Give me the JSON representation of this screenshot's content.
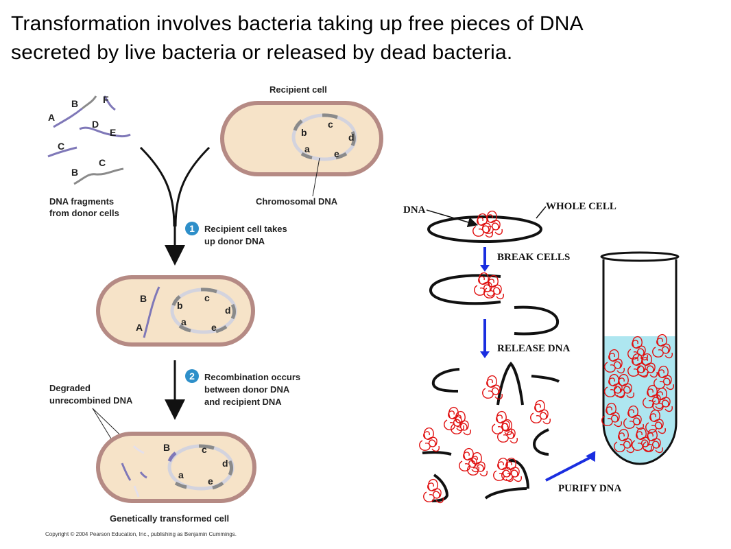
{
  "title": {
    "line1": "Transformation involves bacteria taking up free pieces of DNA",
    "line2": "secreted by live bacteria or released by dead bacteria."
  },
  "left_diagram": {
    "recipient_cell_label": "Recipient cell",
    "chromosomal_dna_label": "Chromosomal DNA",
    "fragments_label_line1": "DNA fragments",
    "fragments_label_line2": "from donor cells",
    "step1_number": "1",
    "step1_line1": "Recipient cell takes",
    "step1_line2": "up donor DNA",
    "step2_number": "2",
    "step2_line1": "Recombination occurs",
    "step2_line2": "between donor DNA",
    "step2_line3": "and recipient DNA",
    "degraded_line1": "Degraded",
    "degraded_line2": "unrecombined DNA",
    "transformed_label": "Genetically transformed cell",
    "copyright": "Copyright © 2004 Pearson Education, Inc., publishing as Benjamin Cummings.",
    "fragment_letters": {
      "A": "A",
      "B": "B",
      "C": "C",
      "D": "D",
      "E": "E",
      "F": "F"
    },
    "chromosome_letters": {
      "a": "a",
      "b": "b",
      "c": "c",
      "d": "d",
      "e": "e"
    }
  },
  "right_diagram": {
    "dna_label": "DNA",
    "whole_cell_label": "WHOLE CELL",
    "break_cells_label": "BREAK CELLS",
    "release_dna_label": "RELEASE DNA",
    "purify_dna_label": "PURIFY DNA"
  },
  "colors": {
    "cell_fill": "#f6e3c8",
    "cell_border": "#b58a84",
    "donor_dna": "#7f78b8",
    "chromosome": "#d3d3de",
    "chromosome_dark": "#8a8a8a",
    "step_badge": "#2e8fc9",
    "blue_arrow": "#1a2ee0",
    "dna_tangle": "#e01010",
    "tube_liquid": "#aee6f0"
  }
}
